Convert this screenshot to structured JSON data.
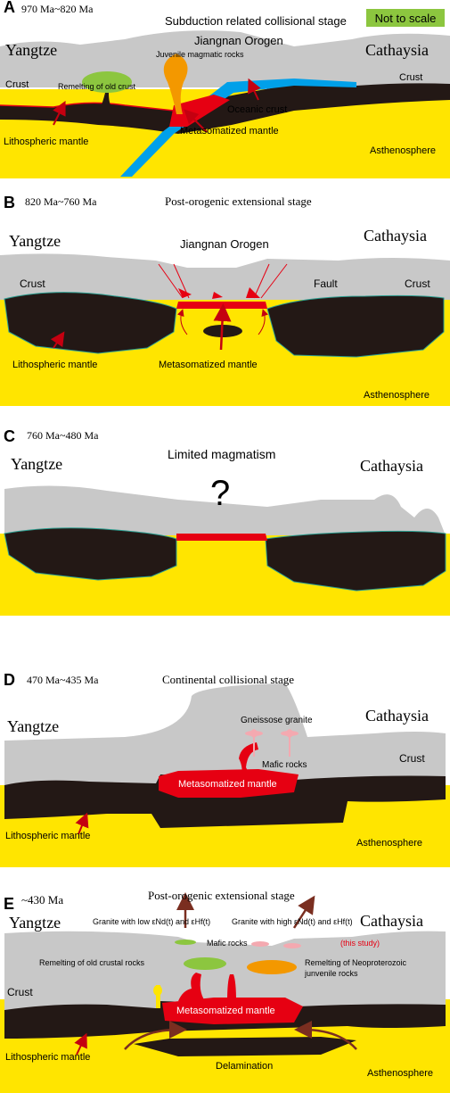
{
  "colors": {
    "crust": "#c8c8c8",
    "mantle": "#231815",
    "asthenosphere": "#ffe500",
    "metasomatized": "#e60012",
    "oceanic": "#00a0e9",
    "green": "#8cc63f",
    "orange": "#f39800",
    "pink": "#f4a9b0",
    "panel_letter": "#000000"
  },
  "badge": "Not to scale",
  "panels": [
    {
      "letter": "A",
      "age": "970 Ma~820 Ma",
      "stage": "Subduction related collisional stage",
      "left_block": "Yangtze",
      "right_block": "Cathaysia",
      "orogen": "Jiangnan Orogen",
      "labels": {
        "crust_left": "Crust",
        "crust_right": "Crust",
        "juvenile": "Juvenile magmatic rocks",
        "remelting": "Remelting of old crust",
        "oceanic": "Oceanic crust",
        "lith": "Lithospheric mantle",
        "metasomatized": "Metasomatized mantle",
        "astheno": "Asthenosphere"
      }
    },
    {
      "letter": "B",
      "age": "820 Ma~760 Ma",
      "stage": "Post-orogenic extensional stage",
      "left_block": "Yangtze",
      "right_block": "Cathaysia",
      "orogen": "Jiangnan Orogen",
      "labels": {
        "crust_left": "Crust",
        "crust_right": "Crust",
        "fault": "Fault",
        "lith": "Lithospheric mantle",
        "metasomatized": "Metasomatized mantle",
        "astheno": "Asthenosphere"
      }
    },
    {
      "letter": "C",
      "age": "760 Ma~480 Ma",
      "stage": "Limited magmatism",
      "left_block": "Yangtze",
      "right_block": "Cathaysia",
      "question": "?"
    },
    {
      "letter": "D",
      "age": "470 Ma~435 Ma",
      "stage": "Continental collisional stage",
      "left_block": "Yangtze",
      "right_block": "Cathaysia",
      "labels": {
        "crust_right": "Crust",
        "gneissose": "Gneissose granite",
        "mafic": "Mafic rocks",
        "metasomatized": "Metasomatized mantle",
        "lith": "Lithospheric mantle",
        "astheno": "Asthenosphere"
      }
    },
    {
      "letter": "E",
      "age": "~430 Ma",
      "stage": "Post-orogenic extensional stage",
      "left_block": "Yangtze",
      "right_block": "Cathaysia",
      "labels": {
        "granite_low": "Granite with low εNd(t) and εHf(t)",
        "granite_high": "Granite with high εNd(t) and εHf(t)",
        "this_study": "(this study)",
        "mafic": "Mafic rocks",
        "remelt_old": "Remelting of old crustal  rocks",
        "remelt_neo_1": "Remelting of Neoproterozoic",
        "remelt_neo_2": "junvenile rocks",
        "crust_left": "Crust",
        "metasomatized": "Metasomatized mantle",
        "delamination": "Delamination",
        "lith": "Lithospheric mantle",
        "astheno": "Asthenosphere"
      }
    }
  ]
}
